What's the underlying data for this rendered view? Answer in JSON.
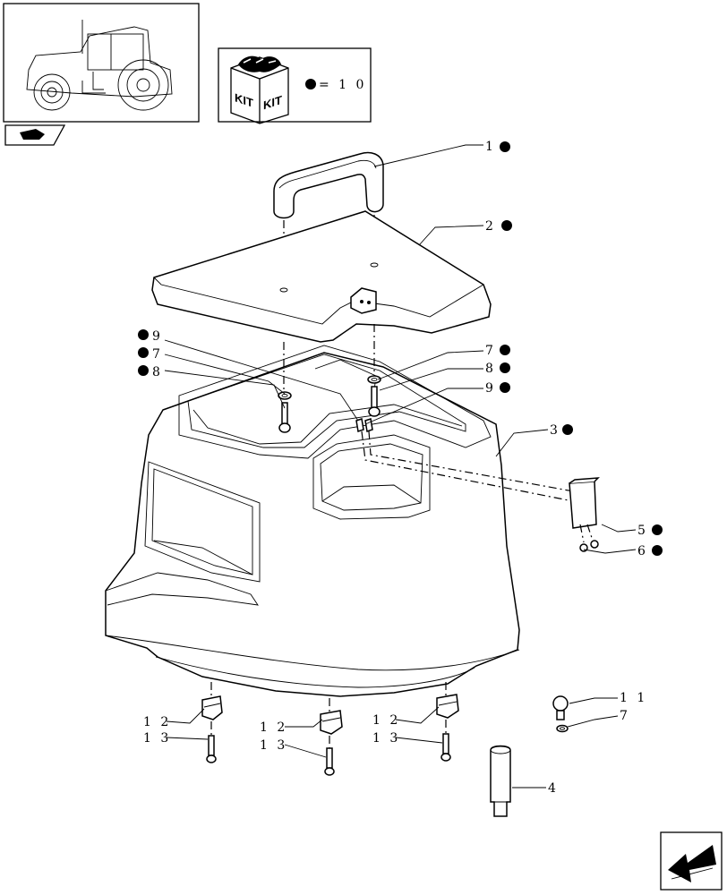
{
  "kit_legend": {
    "badge_left": "KIT",
    "badge_right": "KIT",
    "equation": "=  1 0"
  },
  "callouts": {
    "c1": "1",
    "c2": "2",
    "c3": "3",
    "c4": "4",
    "c5": "5",
    "c6": "6",
    "c7_top": "7",
    "c7_left": "7",
    "c7_bottom": "7",
    "c8_top": "8",
    "c8_left": "8",
    "c9_top": "9",
    "c9_left": "9",
    "c11": "1 1",
    "c12_left": "1 2",
    "c12_mid": "1 2",
    "c12_right": "1 2",
    "c13_left": "1 3",
    "c13_mid": "1 3",
    "c13_right": "1 3"
  }
}
